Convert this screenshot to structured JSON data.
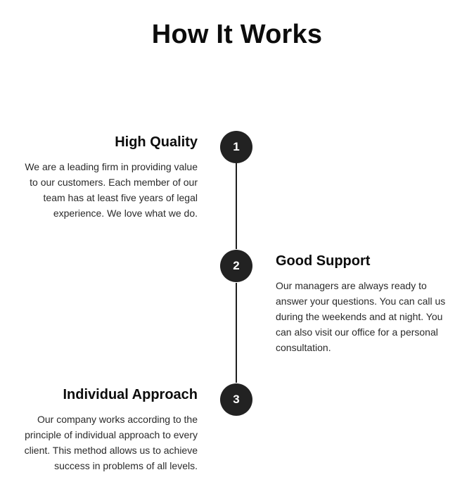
{
  "page": {
    "title": "How It Works"
  },
  "steps": [
    {
      "number": "1",
      "heading": "High Quality",
      "text": "We are a leading firm in providing value to our customers. Each member of our team has at least five years of legal experience. We love what we do."
    },
    {
      "number": "2",
      "heading": "Good Support",
      "text": "Our managers are always ready to answer your questions. You can call us during the weekends and at night. You can also visit our office for a personal consultation."
    },
    {
      "number": "3",
      "heading": "Individual Approach",
      "text": "Our company works according to the principle of individual approach to every client. This method allows us to achieve success in problems of all levels."
    }
  ]
}
